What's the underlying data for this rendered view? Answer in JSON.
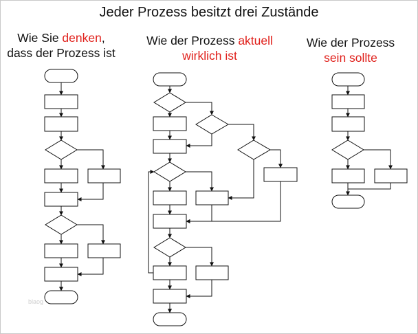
{
  "title": "Jeder Prozess besitzt drei Zustände",
  "columns": [
    {
      "line1_plain": "Wie Sie ",
      "line1_red": "denken",
      "line1_suffix": ",",
      "line2": "dass der Prozess ist"
    },
    {
      "line1_plain": "Wie der Prozess ",
      "line1_red": "aktuell",
      "line2_red": "wirklich ist"
    },
    {
      "line1_plain": "Wie der Prozess",
      "line2_red": "sein sollte"
    }
  ],
  "watermark": "blaog",
  "colors": {
    "accent_red": "#e0201b",
    "stroke": "#111111"
  }
}
